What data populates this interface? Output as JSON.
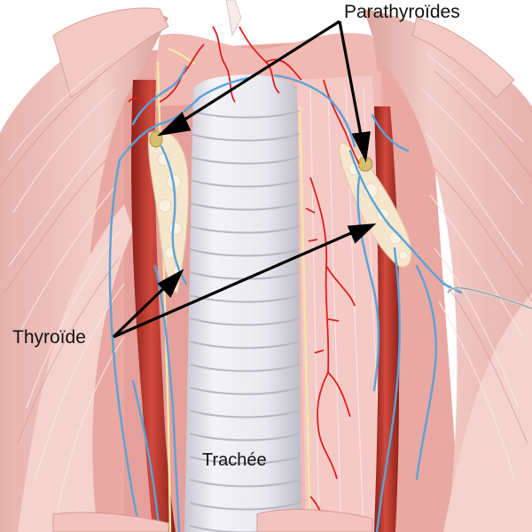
{
  "labels": {
    "parathyroides": "Parathyroïdes",
    "thyroide": "Thyroïde",
    "trachee": "Trachée"
  },
  "colors": {
    "background": "#ffffff",
    "muscle": "#efc2bd",
    "muscle_shadow": "#d99c97",
    "muscle_stripe": "#f7dcd8",
    "artery": "#b8322a",
    "artery_highlight": "#d9564b",
    "vein": "#5aa3d8",
    "small_artery": "#e02020",
    "trachea": "#ecebf0",
    "trachea_shadow": "#c7c5cf",
    "thyroid": "#f5e7cf",
    "parathyroid": "#d8c070",
    "nerve": "#f1e8a8",
    "arrow": "#000000"
  }
}
